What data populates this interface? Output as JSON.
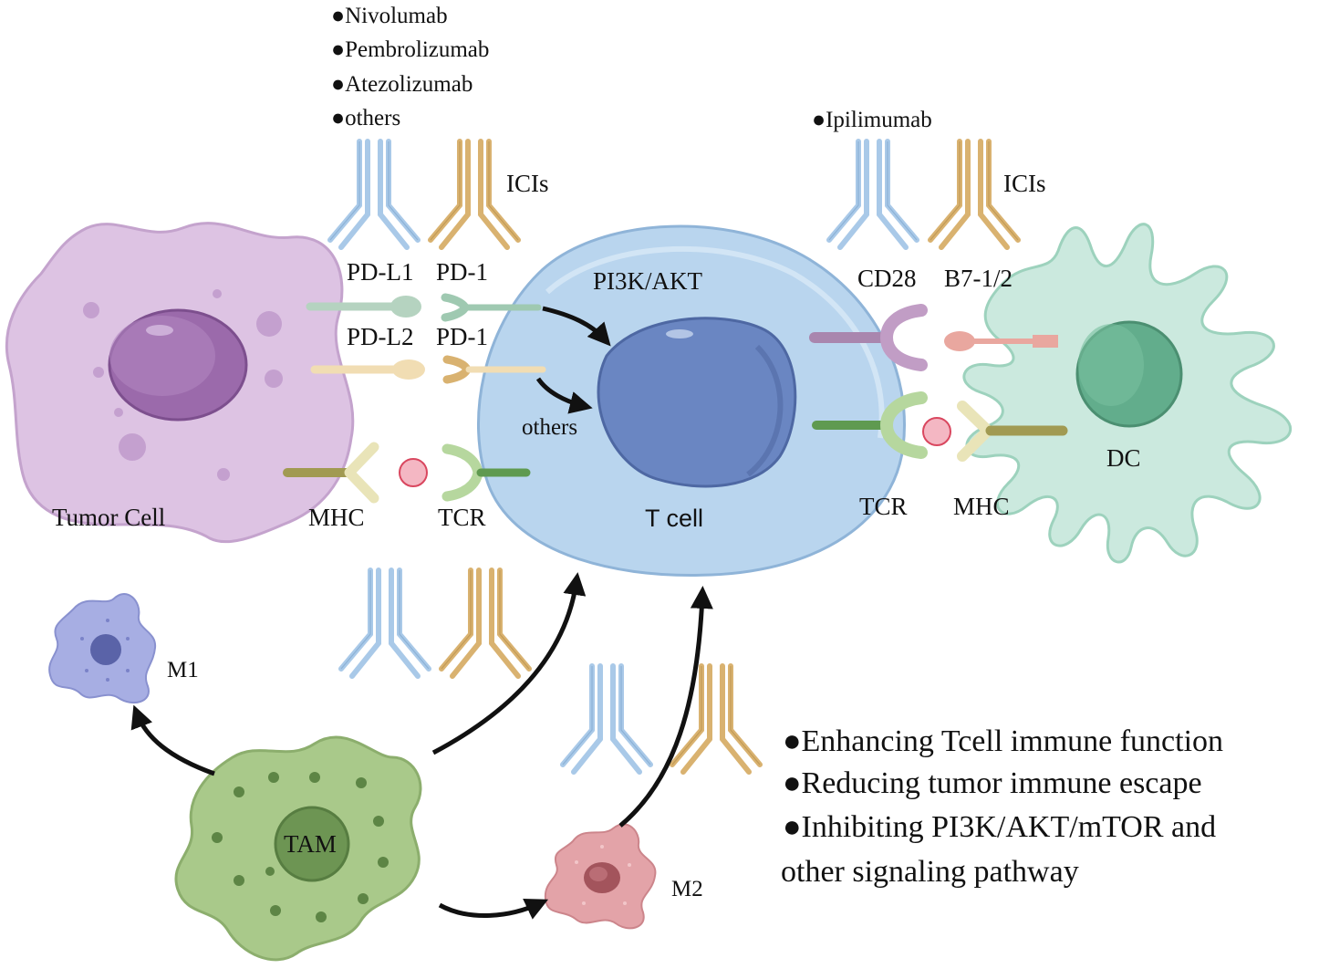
{
  "drugs_pd": {
    "items": [
      "●Nivolumab",
      "●Pembrolizumab",
      "●Atezolizumab",
      "●others"
    ]
  },
  "drugs_ctla": {
    "items": [
      "●Ipilimumab"
    ]
  },
  "labels": {
    "icis_left": "ICIs",
    "icis_right": "ICIs",
    "pd_l1": "PD-L1",
    "pd_1_top": "PD-1",
    "pd_l2": "PD-L2",
    "pd_1_bottom": "PD-1",
    "pi3k_akt": "PI3K/AKT",
    "others": "others",
    "t_cell": "T cell",
    "tumor_cell": "Tumor Cell",
    "mhc_left": "MHC",
    "tcr_left": "TCR",
    "cd28": "CD28",
    "b7": "B7-1/2",
    "tcr_right": "TCR",
    "mhc_right": "MHC",
    "dc": "DC",
    "m1": "M1",
    "m2": "M2",
    "tam": "TAM"
  },
  "effects": {
    "items": [
      "●Enhancing Tcell immune function",
      "●Reducing tumor immune escape",
      "●Inhibiting PI3K/AKT/mTOR and",
      "other signaling pathway"
    ]
  },
  "colors": {
    "antibody_blue": "#a9c9e8",
    "antibody_gold": "#d9b270",
    "tcell": "#b9d5ee",
    "tcell_nucleus": "#6a86c2",
    "tumor": "#ddc3e3",
    "tumor_nucleus": "#9b6aab",
    "dc": "#cbe9de",
    "dc_nucleus": "#62ad8c",
    "tam": "#a9c98a",
    "m1": "#a7aee3",
    "m2": "#e3a3a8",
    "antigen": "#f4b7c3",
    "arrow": "#111111"
  }
}
